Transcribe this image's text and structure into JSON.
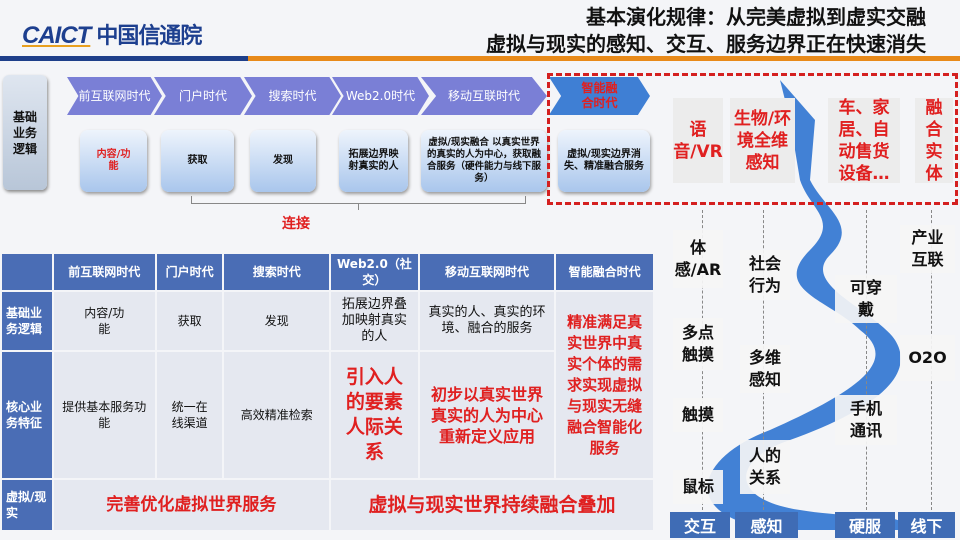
{
  "header": {
    "logo_en": "CAICT",
    "logo_cn": "中国信通院",
    "title_line1": "基本演化规律：从完美虚拟到虚实交融",
    "title_line2": "虚拟与现实的感知、交互、服务边界正在快速消失",
    "colors": {
      "brand_blue": "#1e3f8a",
      "accent_orange": "#e88a1a",
      "highlight_red": "#e02020"
    }
  },
  "flow": {
    "side_label": "基础业务逻辑",
    "eras": [
      "前互联网时代",
      "门户时代",
      "搜索时代",
      "Web2.0时代",
      "移动互联时代",
      "智能融合时代"
    ],
    "boxes": [
      "内容/功能",
      "获取",
      "发现",
      "拓展边界映射真实的人",
      "虚拟/现实融合 以真实世界的真实的人为中心，获取融合服务（硬件能力与线下服务）",
      "虚拟/现实边界消失、精准融合服务"
    ],
    "connect_label": "连接"
  },
  "table": {
    "headers": [
      "前互联网时代",
      "门户时代",
      "搜索时代",
      "Web2.0（社交）",
      "移动互联网时代",
      "智能融合时代"
    ],
    "rows": [
      {
        "label": "基础业务逻辑",
        "cells": [
          "内容/功能",
          "获取",
          "发现",
          "拓展边界叠加映射真实的人",
          "真实的人、真实的环境、融合的服务"
        ]
      },
      {
        "label": "核心业务特征",
        "cells": [
          "提供基本服务功能",
          "统一在线渠道",
          "高效精准检索",
          "引入人的要素人际关系",
          "初步以真实世界真实的人为中心重新定义应用"
        ]
      }
    ],
    "merged_last": "精准满足真实世界中真实个体的需求实现虚拟与现实无缝融合智能化服务",
    "footer_label": "虚拟/现实",
    "footer_left": "完善优化虚拟世界服务",
    "footer_right": "虚拟与现实世界持续融合叠加"
  },
  "spiral": {
    "top": [
      "语音/VR",
      "生物/环境全维感知",
      "车、家居、自动售货设备…",
      "融合实体"
    ],
    "interaction": [
      "体感/AR",
      "多点触摸",
      "触摸",
      "鼠标"
    ],
    "perception": [
      "社会行为",
      "多维感知",
      "人的关系"
    ],
    "hardware": [
      "可穿戴",
      "手机通讯"
    ],
    "offline": [
      "产业互联",
      "O2O"
    ],
    "axes": [
      "交互",
      "感知",
      "硬服",
      "线下"
    ]
  }
}
